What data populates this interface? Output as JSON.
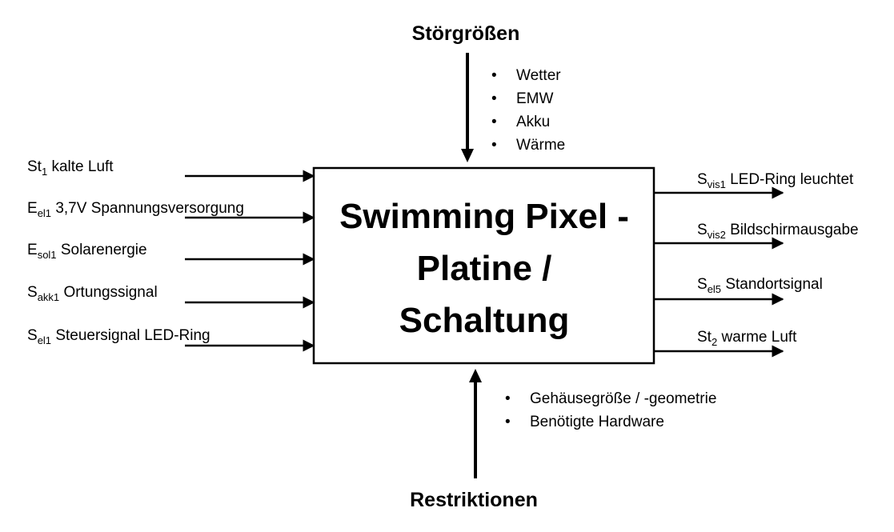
{
  "system": {
    "title_lines": [
      "Swimming Pixel -",
      "Platine /",
      "Schaltung"
    ]
  },
  "disturbances": {
    "heading": "Störgrößen",
    "items": [
      "Wetter",
      "EMW",
      "Akku",
      "Wärme"
    ]
  },
  "restrictions": {
    "heading": "Restriktionen",
    "items": [
      "Gehäusegröße / -geometrie",
      "Benötigte Hardware"
    ]
  },
  "inputs": [
    {
      "symbol": "St",
      "subscript": "1",
      "text": "kalte Luft"
    },
    {
      "symbol": "E",
      "subscript": "el1",
      "text": "3,7V Spannungsversorgung"
    },
    {
      "symbol": "E",
      "subscript": "sol1",
      "text": "Solarenergie"
    },
    {
      "symbol": "S",
      "subscript": "akk1",
      "text": "Ortungssignal"
    },
    {
      "symbol": "S",
      "subscript": "el1",
      "text": "Steuersignal LED-Ring"
    }
  ],
  "outputs": [
    {
      "symbol": "S",
      "subscript": "vis1",
      "text": "LED-Ring leuchtet"
    },
    {
      "symbol": "S",
      "subscript": "vis2",
      "text": "Bildschirmausgabe"
    },
    {
      "symbol": "S",
      "subscript": "el5",
      "text": "Standortsignal"
    },
    {
      "symbol": "St",
      "subscript": "2",
      "text": "warme Luft"
    }
  ],
  "bullet_char": "•"
}
